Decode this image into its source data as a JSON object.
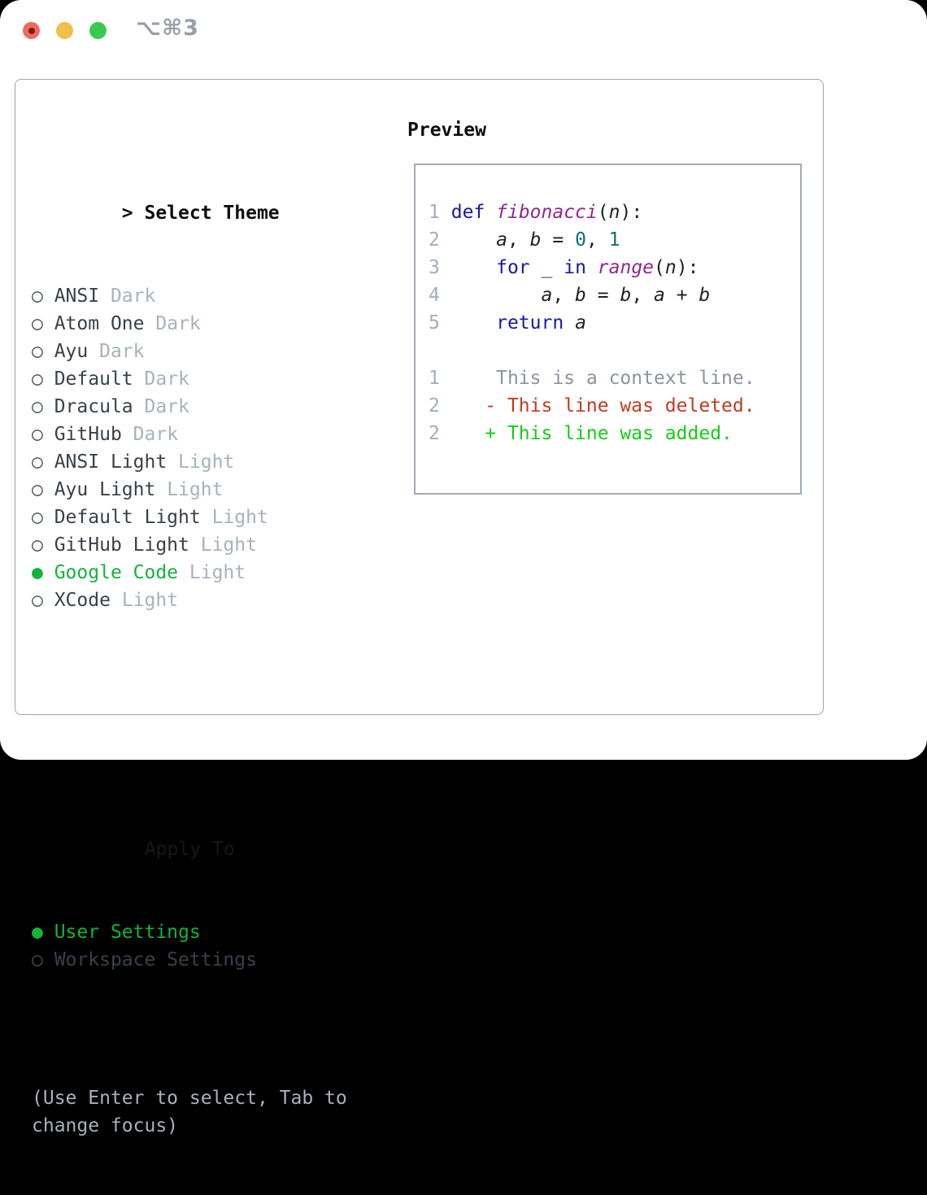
{
  "window": {
    "title": "⌥⌘3",
    "background": "#ffffff"
  },
  "titlebar": {
    "buttons": [
      {
        "name": "close",
        "color": "#ed6b60",
        "dot_color": "#7e1e12"
      },
      {
        "name": "minimize",
        "color": "#f5bd4a"
      },
      {
        "name": "zoom",
        "color": "#3bc94f"
      }
    ]
  },
  "icons": {
    "radio_selected": "●",
    "radio_unselected": "○",
    "focus_prompt": "> "
  },
  "colors": {
    "accent_green": "#12b43b",
    "text_dark": "#3a404a",
    "text_black": "#0c0e11",
    "muted_gray": "#a8b1bd",
    "panel_border": "#9ba4af",
    "keyword_blue": "#1a19a3",
    "function_purple": "#92278f",
    "number_teal": "#0d6f6f",
    "line_number_gray": "#a3adba",
    "context_gray": "#8d939d",
    "diff_deleted_red": "#c23a20",
    "diff_added_green": "#16cc16"
  },
  "theme_list": {
    "header": {
      "prefix": "> ",
      "label": "Select Theme"
    },
    "items": [
      {
        "name": "ANSI",
        "variant": "Dark",
        "selected": false
      },
      {
        "name": "Atom One",
        "variant": "Dark",
        "selected": false
      },
      {
        "name": "Ayu",
        "variant": "Dark",
        "selected": false
      },
      {
        "name": "Default",
        "variant": "Dark",
        "selected": false
      },
      {
        "name": "Dracula",
        "variant": "Dark",
        "selected": false
      },
      {
        "name": "GitHub",
        "variant": "Dark",
        "selected": false
      },
      {
        "name": "ANSI Light",
        "variant": "Light",
        "selected": false
      },
      {
        "name": "Ayu Light",
        "variant": "Light",
        "selected": false
      },
      {
        "name": "Default Light",
        "variant": "Light",
        "selected": false
      },
      {
        "name": "GitHub Light",
        "variant": "Light",
        "selected": false
      },
      {
        "name": "Google Code",
        "variant": "Light",
        "selected": true
      },
      {
        "name": "XCode",
        "variant": "Light",
        "selected": false
      }
    ]
  },
  "apply_to": {
    "header": "Apply To",
    "options": [
      {
        "label": "User Settings",
        "selected": true
      },
      {
        "label": "Workspace Settings",
        "selected": false
      }
    ]
  },
  "hint": {
    "text": "(Use Enter to select, Tab to change focus)"
  },
  "preview": {
    "title": "Preview",
    "code_lines": [
      {
        "no": "1",
        "segments": [
          {
            "text": " ",
            "cls": "p"
          },
          {
            "text": "def",
            "cls": "kw"
          },
          {
            "text": " ",
            "cls": "p"
          },
          {
            "text": "fibonacci",
            "cls": "fn"
          },
          {
            "text": "(",
            "cls": "p"
          },
          {
            "text": "n",
            "cls": "var"
          },
          {
            "text": "):",
            "cls": "p"
          }
        ]
      },
      {
        "no": "2",
        "segments": [
          {
            "text": "     ",
            "cls": "p"
          },
          {
            "text": "a",
            "cls": "var"
          },
          {
            "text": ", ",
            "cls": "p"
          },
          {
            "text": "b",
            "cls": "var"
          },
          {
            "text": " = ",
            "cls": "p"
          },
          {
            "text": "0",
            "cls": "num"
          },
          {
            "text": ", ",
            "cls": "p"
          },
          {
            "text": "1",
            "cls": "num"
          }
        ]
      },
      {
        "no": "3",
        "segments": [
          {
            "text": "     ",
            "cls": "p"
          },
          {
            "text": "for",
            "cls": "kw"
          },
          {
            "text": " ",
            "cls": "p"
          },
          {
            "text": "_",
            "cls": "var"
          },
          {
            "text": " ",
            "cls": "p"
          },
          {
            "text": "in",
            "cls": "kw"
          },
          {
            "text": " ",
            "cls": "p"
          },
          {
            "text": "range",
            "cls": "fn"
          },
          {
            "text": "(",
            "cls": "p"
          },
          {
            "text": "n",
            "cls": "var"
          },
          {
            "text": "):",
            "cls": "p"
          }
        ]
      },
      {
        "no": "4",
        "segments": [
          {
            "text": "         ",
            "cls": "p"
          },
          {
            "text": "a",
            "cls": "var"
          },
          {
            "text": ", ",
            "cls": "p"
          },
          {
            "text": "b",
            "cls": "var"
          },
          {
            "text": " = ",
            "cls": "p"
          },
          {
            "text": "b",
            "cls": "var"
          },
          {
            "text": ", ",
            "cls": "p"
          },
          {
            "text": "a",
            "cls": "var"
          },
          {
            "text": " + ",
            "cls": "p"
          },
          {
            "text": "b",
            "cls": "var"
          }
        ]
      },
      {
        "no": "5",
        "segments": [
          {
            "text": "     ",
            "cls": "p"
          },
          {
            "text": "return",
            "cls": "kw"
          },
          {
            "text": " ",
            "cls": "p"
          },
          {
            "text": "a",
            "cls": "var"
          }
        ]
      },
      {
        "no": "",
        "segments": []
      },
      {
        "no": "1",
        "segments": [
          {
            "text": "     This is a context line.",
            "cls": "ctx"
          }
        ]
      },
      {
        "no": "2",
        "segments": [
          {
            "text": "    ",
            "cls": "p"
          },
          {
            "text": "- This line was deleted.",
            "cls": "del"
          }
        ]
      },
      {
        "no": "2",
        "segments": [
          {
            "text": "    ",
            "cls": "p"
          },
          {
            "text": "+ This line was added.",
            "cls": "add"
          }
        ]
      }
    ]
  }
}
